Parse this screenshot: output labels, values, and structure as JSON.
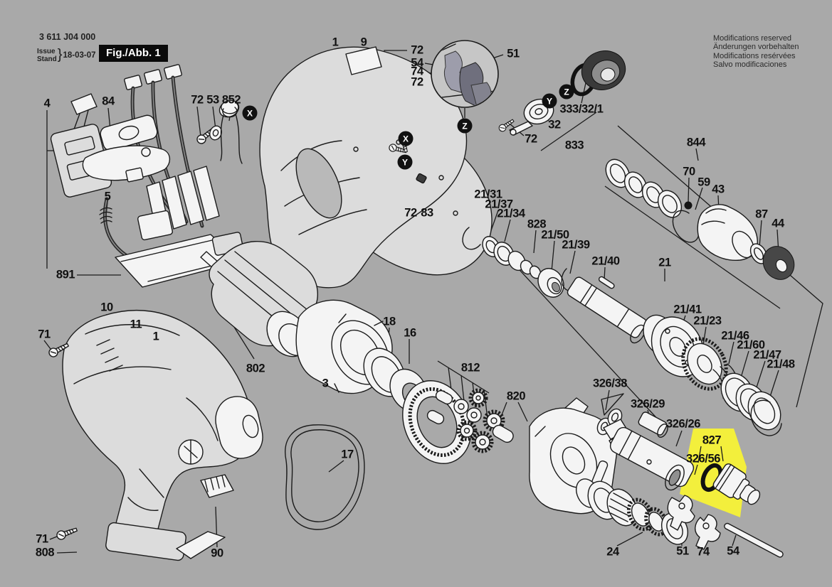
{
  "doc": {
    "part_number": "3 611 J04 000",
    "issue_word1": "Issue",
    "issue_word2": "Stand",
    "brace": "}",
    "issue_date": "18-03-07",
    "figure_label": "Fig./Abb. 1",
    "notices": [
      "Modifications reserved",
      "Änderungen vorbehalten",
      "Modifications resérvées",
      "Salvo modificaciones"
    ]
  },
  "colors": {
    "background": "#a9a9a9",
    "highlight": "#f3ef3c",
    "line": "#1b1b1b",
    "badge": "#111111"
  },
  "highlighted_part_labels": [
    "827",
    "326/56"
  ],
  "badges": [
    {
      "t": "X"
    },
    {
      "t": "X"
    },
    {
      "t": "Y"
    },
    {
      "t": "Y"
    },
    {
      "t": "Z"
    },
    {
      "t": "Z"
    }
  ],
  "part_labels": [
    {
      "t": "4"
    },
    {
      "t": "84"
    },
    {
      "t": "72"
    },
    {
      "t": "53"
    },
    {
      "t": "852"
    },
    {
      "t": "1"
    },
    {
      "t": "9"
    },
    {
      "t": "72"
    },
    {
      "t": "54"
    },
    {
      "t": "74"
    },
    {
      "t": "72"
    },
    {
      "t": "51"
    },
    {
      "t": "333/32/1"
    },
    {
      "t": "32"
    },
    {
      "t": "72"
    },
    {
      "t": "833"
    },
    {
      "t": "844"
    },
    {
      "t": "70"
    },
    {
      "t": "59"
    },
    {
      "t": "43"
    },
    {
      "t": "87"
    },
    {
      "t": "44"
    },
    {
      "t": "21/31"
    },
    {
      "t": "21/37"
    },
    {
      "t": "21/34"
    },
    {
      "t": "828"
    },
    {
      "t": "21/50"
    },
    {
      "t": "21/39"
    },
    {
      "t": "21/40"
    },
    {
      "t": "21"
    },
    {
      "t": "21/41"
    },
    {
      "t": "21/23"
    },
    {
      "t": "21/46"
    },
    {
      "t": "21/60"
    },
    {
      "t": "21/47"
    },
    {
      "t": "21/48"
    },
    {
      "t": "326/38"
    },
    {
      "t": "326/29"
    },
    {
      "t": "326/26"
    },
    {
      "t": "827"
    },
    {
      "t": "326/56"
    },
    {
      "t": "5"
    },
    {
      "t": "891"
    },
    {
      "t": "10"
    },
    {
      "t": "11"
    },
    {
      "t": "1"
    },
    {
      "t": "71"
    },
    {
      "t": "802"
    },
    {
      "t": "3"
    },
    {
      "t": "18"
    },
    {
      "t": "16"
    },
    {
      "t": "17"
    },
    {
      "t": "812"
    },
    {
      "t": "820"
    },
    {
      "t": "72"
    },
    {
      "t": "83"
    },
    {
      "t": "24"
    },
    {
      "t": "51"
    },
    {
      "t": "74"
    },
    {
      "t": "54"
    },
    {
      "t": "71"
    },
    {
      "t": "808"
    },
    {
      "t": "90"
    }
  ]
}
